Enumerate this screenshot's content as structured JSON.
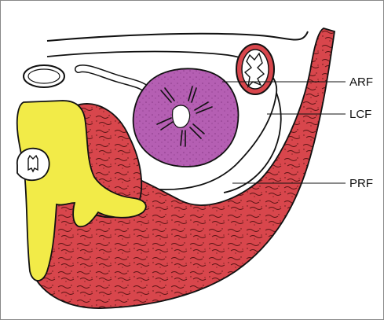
{
  "labels": {
    "arf": "ARF",
    "lcf": "LCF",
    "prf": "PRF"
  },
  "colors": {
    "muscle_red": "#d8464c",
    "muscle_texture": "#5a1414",
    "vertebra_yellow": "#f2eb48",
    "kidney_purple": "#b55fb3",
    "kidney_hilum": "#ffffff",
    "outline": "#111111"
  }
}
